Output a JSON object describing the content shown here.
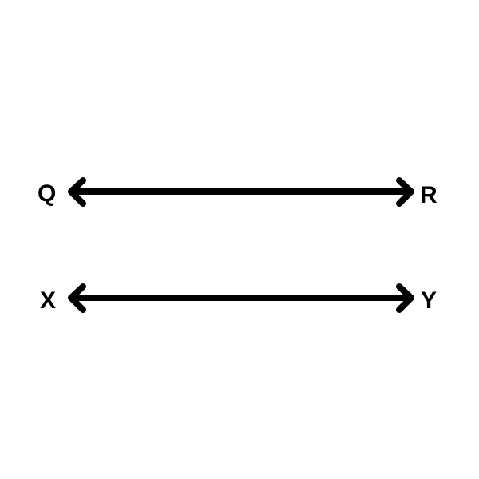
{
  "colors": {
    "background": "#ffffff",
    "stroke": "#000000",
    "text": "#000000"
  },
  "lines": [
    {
      "start_label": "Q",
      "end_label": "R",
      "arrows": "both-ends"
    },
    {
      "start_label": "X",
      "end_label": "Y",
      "arrows": "both-ends"
    }
  ]
}
